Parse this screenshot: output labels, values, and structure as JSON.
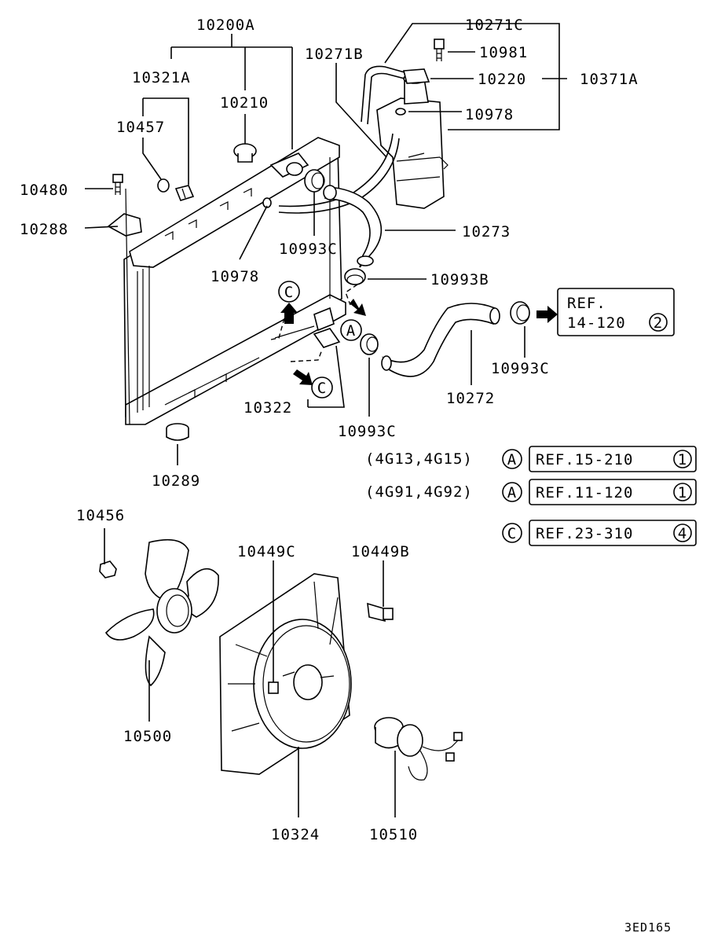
{
  "parts": {
    "p10200A": "10200A",
    "p10321A": "10321A",
    "p10210": "10210",
    "p10457": "10457",
    "p10480": "10480",
    "p10288": "10288",
    "p10978a": "10978",
    "p10993C_a": "10993C",
    "p10271B": "10271B",
    "p10271C": "10271C",
    "p10981": "10981",
    "p10220": "10220",
    "p10371A": "10371A",
    "p10978b": "10978",
    "p10273": "10273",
    "p10993B": "10993B",
    "p10993C_b": "10993C",
    "p10272": "10272",
    "p10322": "10322",
    "p10993C_c": "10993C",
    "p10289": "10289",
    "p10456": "10456",
    "p10449C": "10449C",
    "p10449B": "10449B",
    "p10500": "10500",
    "p10324": "10324",
    "p10510": "10510"
  },
  "markers": {
    "a": "A",
    "c": "C"
  },
  "refs": {
    "ref_fan_line1": "REF.",
    "ref_fan_line2": "14-120",
    "ref_fan_num": "2",
    "eng1_label": "(4G13,4G15)",
    "eng1_ref": "REF.15-210",
    "eng1_num": "1",
    "eng2_label": "(4G91,4G92)",
    "eng2_ref": "REF.11-120",
    "eng2_num": "1",
    "c_ref": "REF.23-310",
    "c_num": "4"
  },
  "drawing_code": "3ED165"
}
